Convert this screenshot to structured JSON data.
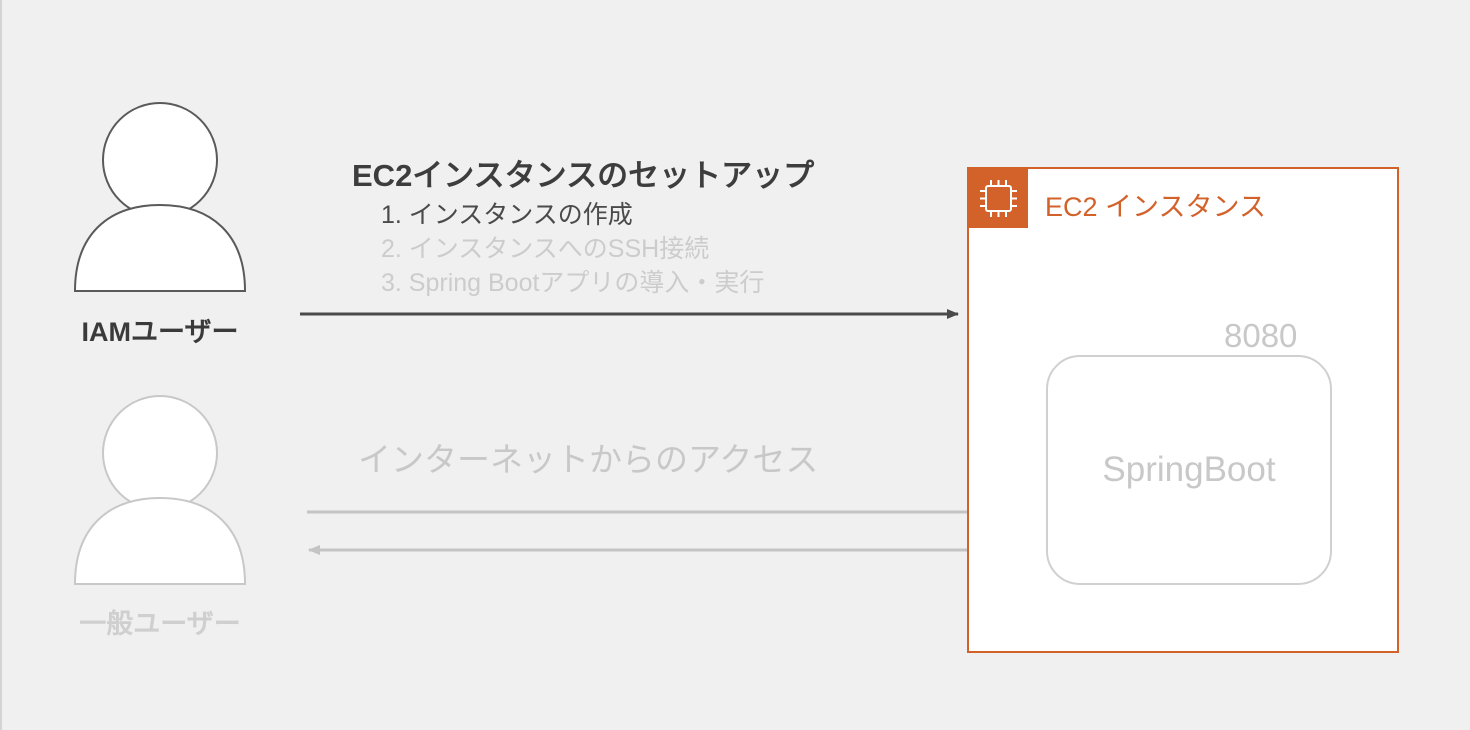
{
  "users": {
    "iam": {
      "label": "IAMユーザー"
    },
    "public": {
      "label": "一般ユーザー"
    }
  },
  "setup": {
    "title": "EC2インスタンスのセットアップ",
    "steps": [
      "1. インスタンスの作成",
      "2. インスタンスへのSSH接続",
      "3. Spring Bootアプリの導入・実行"
    ]
  },
  "internet_access": {
    "label": "インターネットからのアクセス"
  },
  "ec2": {
    "title": "EC2 インスタンス",
    "port": "8080",
    "app": "SpringBoot",
    "accent_color": "#d3612a"
  },
  "icons": [
    "user-icon",
    "chip-icon",
    "arrow-right-icon",
    "arrow-left-icon"
  ]
}
